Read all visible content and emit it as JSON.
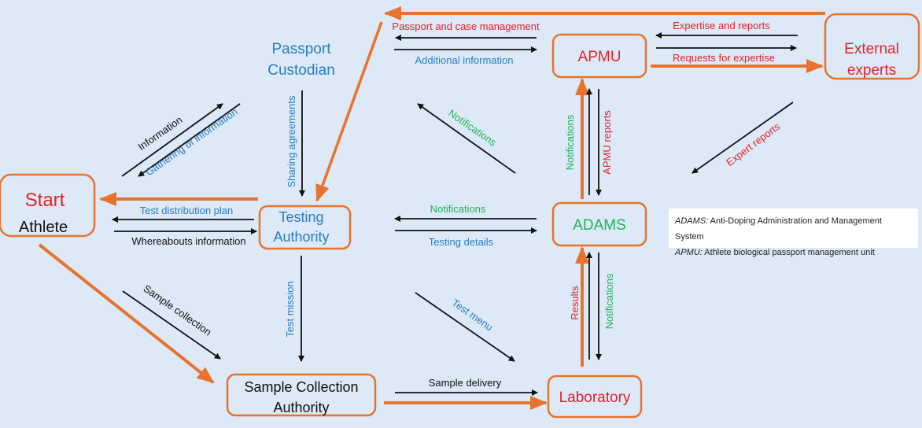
{
  "colors": {
    "background": "#dde9f7",
    "orange": "#e8732e",
    "red": "#e8202a",
    "blue": "#2a7dc0",
    "green": "#1fb45a",
    "black": "#111111"
  },
  "nodes": {
    "athlete": {
      "line1": "Start",
      "line2": "Athlete"
    },
    "passport_custodian": {
      "line1": "Passport",
      "line2": "Custodian"
    },
    "testing_authority": {
      "line1": "Testing",
      "line2": "Authority"
    },
    "sample_collection_authority": {
      "line1": "Sample Collection",
      "line2": "Authority"
    },
    "apmu": {
      "label": "APMU"
    },
    "adams": {
      "label": "ADAMS"
    },
    "laboratory": {
      "label": "Laboratory"
    },
    "external_experts": {
      "line1": "External",
      "line2": "experts"
    }
  },
  "edges": {
    "information": "Information",
    "gathering_of_information": "Gathering of information",
    "sharing_agreements": "Sharing agreements",
    "test_distribution_plan": "Test distribution plan",
    "whereabouts_information": "Whereabouts information",
    "sample_collection": "Sample collection",
    "test_mission": "Test mission",
    "test_menu": "Test menu",
    "sample_delivery": "Sample delivery",
    "passport_and_case_management": "Passport and case management",
    "additional_information": "Additional information",
    "expertise_and_reports": "Expertise and reports",
    "requests_for_expertise": "Requests for expertise",
    "expert_reports": "Expert reports",
    "notifications_adams_to_passport": "Notifications",
    "notifications_adams_to_testing": "Notifications",
    "testing_details": "Testing details",
    "notifications_adams_to_apmu": "Notifications",
    "apmu_reports": "APMU reports",
    "results": "Results",
    "notifications_adams_to_lab": "Notifications"
  },
  "legend": {
    "items": [
      {
        "abbr": "ADAMS:",
        "text": "Anti-Doping Administration and Management System"
      },
      {
        "abbr": "APMU:",
        "text": "Athlete biological passport management unit"
      }
    ]
  }
}
